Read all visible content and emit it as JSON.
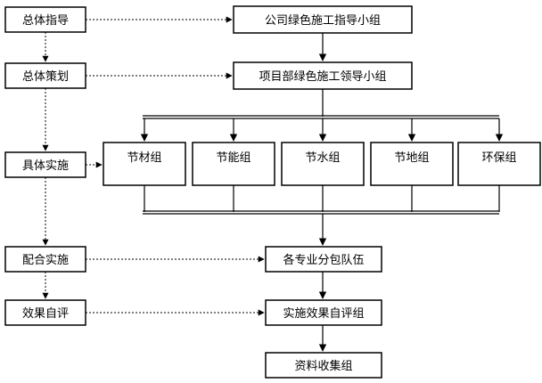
{
  "left_column": {
    "overall_guidance": "总体指导",
    "overall_planning": "总体策划",
    "specific_implementation": "具体实施",
    "coordination_implementation": "配合实施",
    "effect_self_evaluation": "效果自评"
  },
  "main_flow": {
    "company_leading_group": "公司绿色施工指导小组",
    "project_leading_group": "项目部绿色施工领导小组",
    "subcontractor_teams": "各专业分包队伍",
    "self_evaluation_group": "实施效果自评组",
    "data_collection_group": "资料收集组"
  },
  "sub_groups": [
    {
      "label": "节材组"
    },
    {
      "label": "节能组"
    },
    {
      "label": "节水组"
    },
    {
      "label": "节地组"
    },
    {
      "label": "环保组"
    }
  ]
}
